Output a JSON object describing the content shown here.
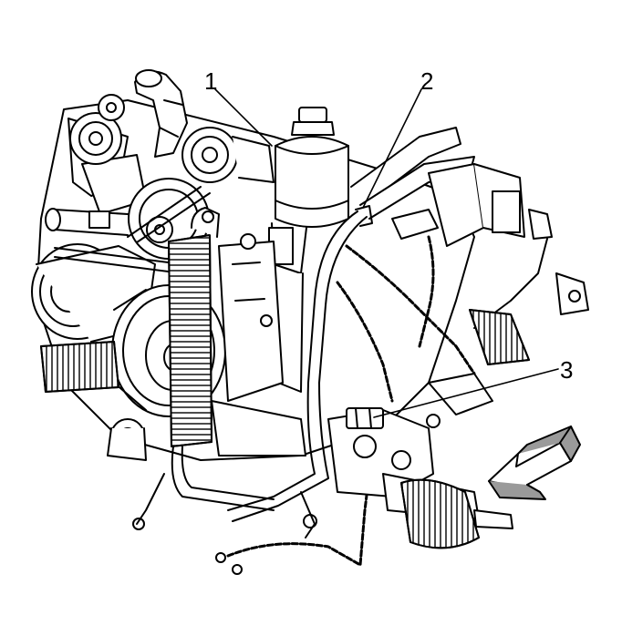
{
  "callouts": {
    "c1": "1",
    "c2": "2",
    "c3": "3"
  },
  "colors": {
    "ink": "#000000",
    "paper": "#ffffff",
    "arrow_shade": "#9a9a9a"
  }
}
